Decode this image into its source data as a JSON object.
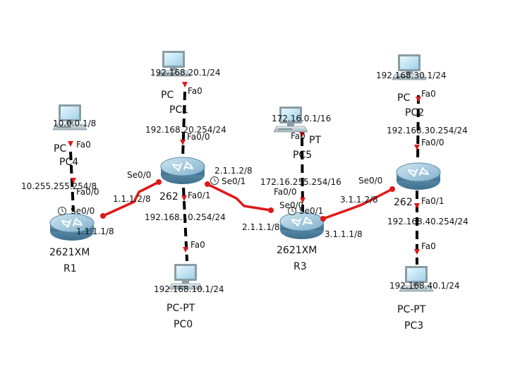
{
  "colors": {
    "link_copper": "#000000",
    "link_serial": "#e01818",
    "link_status_dot": "#e01818",
    "router_body": "#5e93b2",
    "monitor_frame": "#7a8c94",
    "monitor_screen": "#b8e2f2"
  },
  "icons": {
    "router": "router-icon",
    "pc": "pc-monitor-icon",
    "clock": "clock-icon"
  },
  "routers": {
    "r1": {
      "model": "2621XM",
      "name": "R1"
    },
    "r2": {
      "model": "262"
    },
    "r3": {
      "model": "2621XM",
      "name": "R3"
    },
    "r4": {
      "model": "262"
    }
  },
  "pcs": {
    "pc0": {
      "ip": "192.168.10.1/24",
      "model": "PC-PT",
      "name": "PC0"
    },
    "pc1": {
      "ip": "192.168.20.1/24",
      "model": "PC",
      "name": "PC1"
    },
    "pc2": {
      "ip": "192.168.30.1/24",
      "model": "PC",
      "name": "PC2"
    },
    "pc3": {
      "ip": "192.168.40.1/24",
      "model": "PC-PT",
      "name": "PC3"
    },
    "pc4": {
      "ip": "10.0.0.1/8",
      "model": "PC",
      "name": "PC4"
    },
    "pc5": {
      "ip": "172.16.0.1/16",
      "model": "PT",
      "name": "PC5"
    }
  },
  "interfaces": {
    "pc4_fa0": "Fa0",
    "r1_fa00_ip": "10.255.255.254/8",
    "r1_fa00": "Fa0/0",
    "r1_se00": "Se0/0",
    "r1_se00_ip": "1.1.1.1/8",
    "r2_se00": "Se0/0",
    "r2_se00_ip": "1.1.1.2/8",
    "pc1_fa0": "Fa0",
    "r2_fa00_ip": "192.168.20.254/24",
    "r2_fa00": "Fa0/0",
    "r2_se01_ip": "2.1.1.2/8",
    "r2_se01": "Se0/1",
    "r2_fa01": "Fa0/1",
    "r2_fa01_ip": "192.168.10.254/24",
    "pc0_fa0": "Fa0",
    "pc5_fa0": "Fa0",
    "r3_fa00_ip": "172.16.255.254/16",
    "r3_fa00": "Fa0/0",
    "r3_se00": "Se0/0",
    "r3_se01": "Se0/1",
    "r3_se00_ip": "2.1.1.1/8",
    "r3_se01_ip": "3.1.1.1/8",
    "pc2_fa0": "Fa0",
    "r4_fa00_ip": "192.168.30.254/24",
    "r4_fa00": "Fa0/0",
    "r4_se00": "Se0/0",
    "r4_se00_ip": "3.1.1.2/8",
    "r4_fa01": "Fa0/1",
    "r4_fa01_ip": "192.168.40.254/24",
    "pc3_fa0": "Fa0"
  }
}
